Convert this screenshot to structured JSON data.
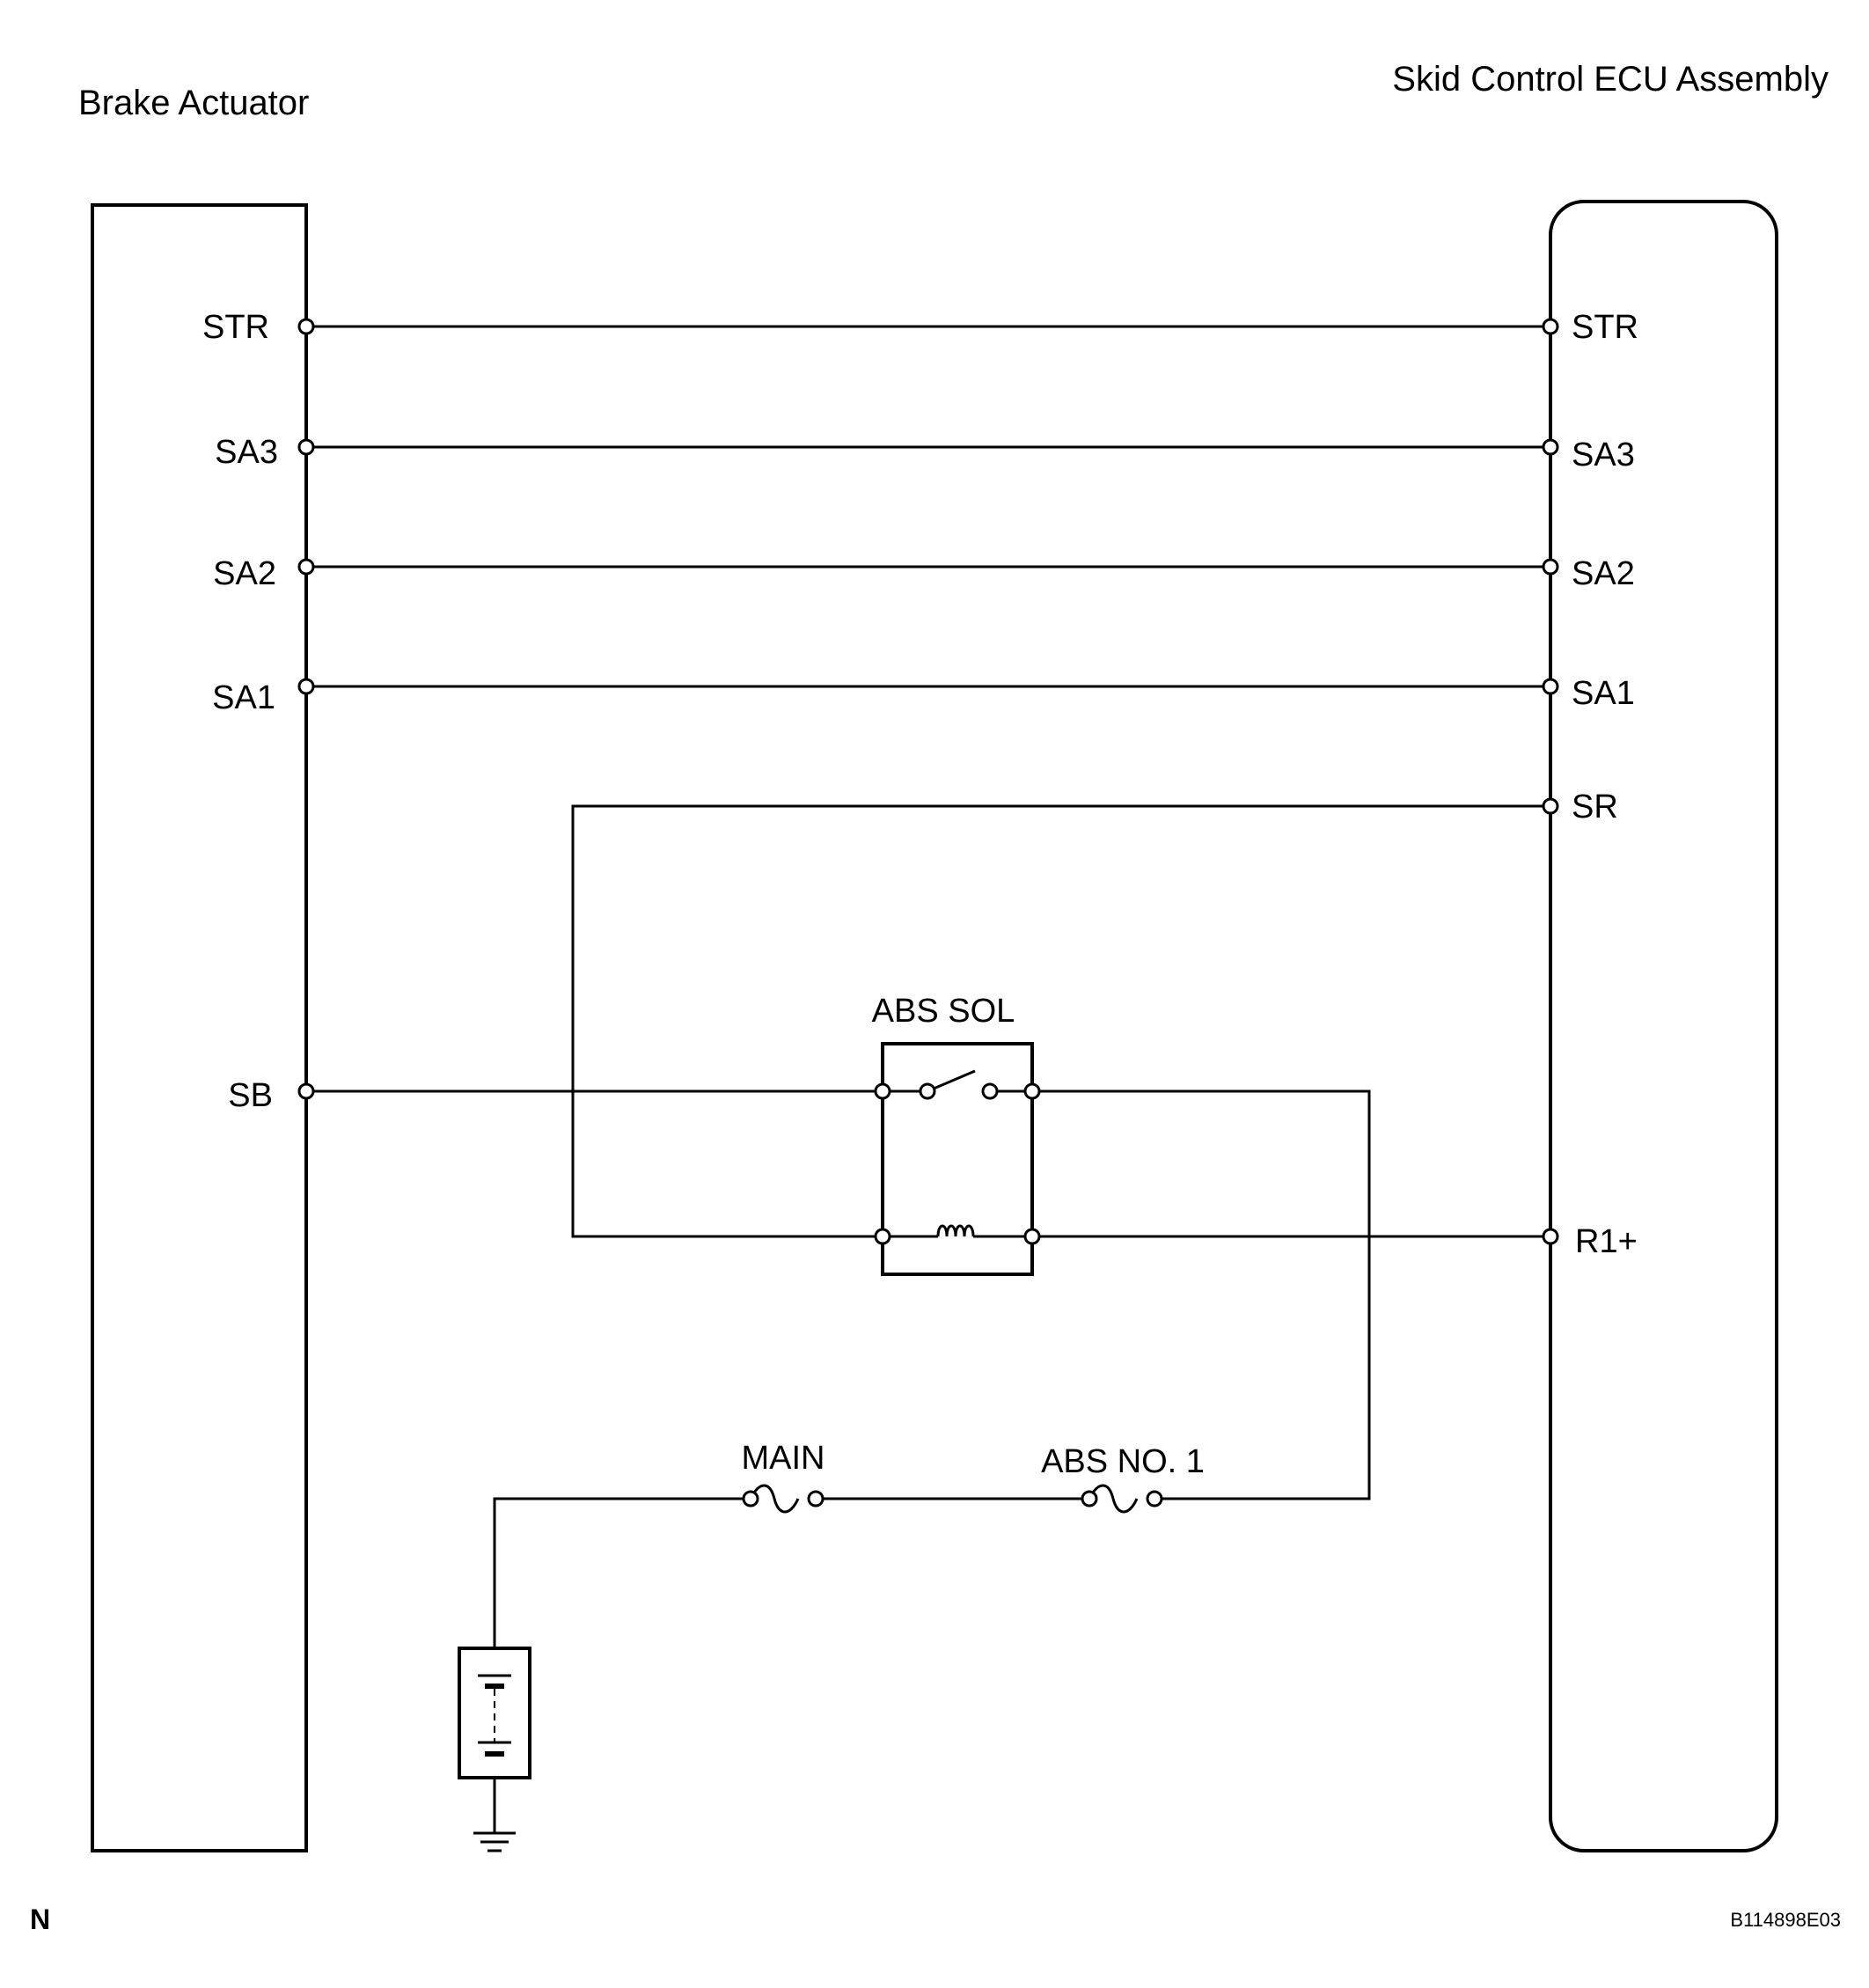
{
  "components": {
    "brake_actuator": "Brake Actuator",
    "ecu": "Skid Control ECU Assembly"
  },
  "actuator_pins": {
    "str": "STR",
    "sa3": "SA3",
    "sa2": "SA2",
    "sa1": "SA1",
    "sb": "SB"
  },
  "ecu_pins": {
    "str": "STR",
    "sa3": "SA3",
    "sa2": "SA2",
    "sa1": "SA1",
    "sr": "SR",
    "r1plus": "R1+"
  },
  "relay_label": "ABS SOL",
  "fuses": {
    "main": "MAIN",
    "abs_no1": "ABS NO. 1"
  },
  "footer": {
    "left_code": "N",
    "figure_id": "B114898E03"
  }
}
